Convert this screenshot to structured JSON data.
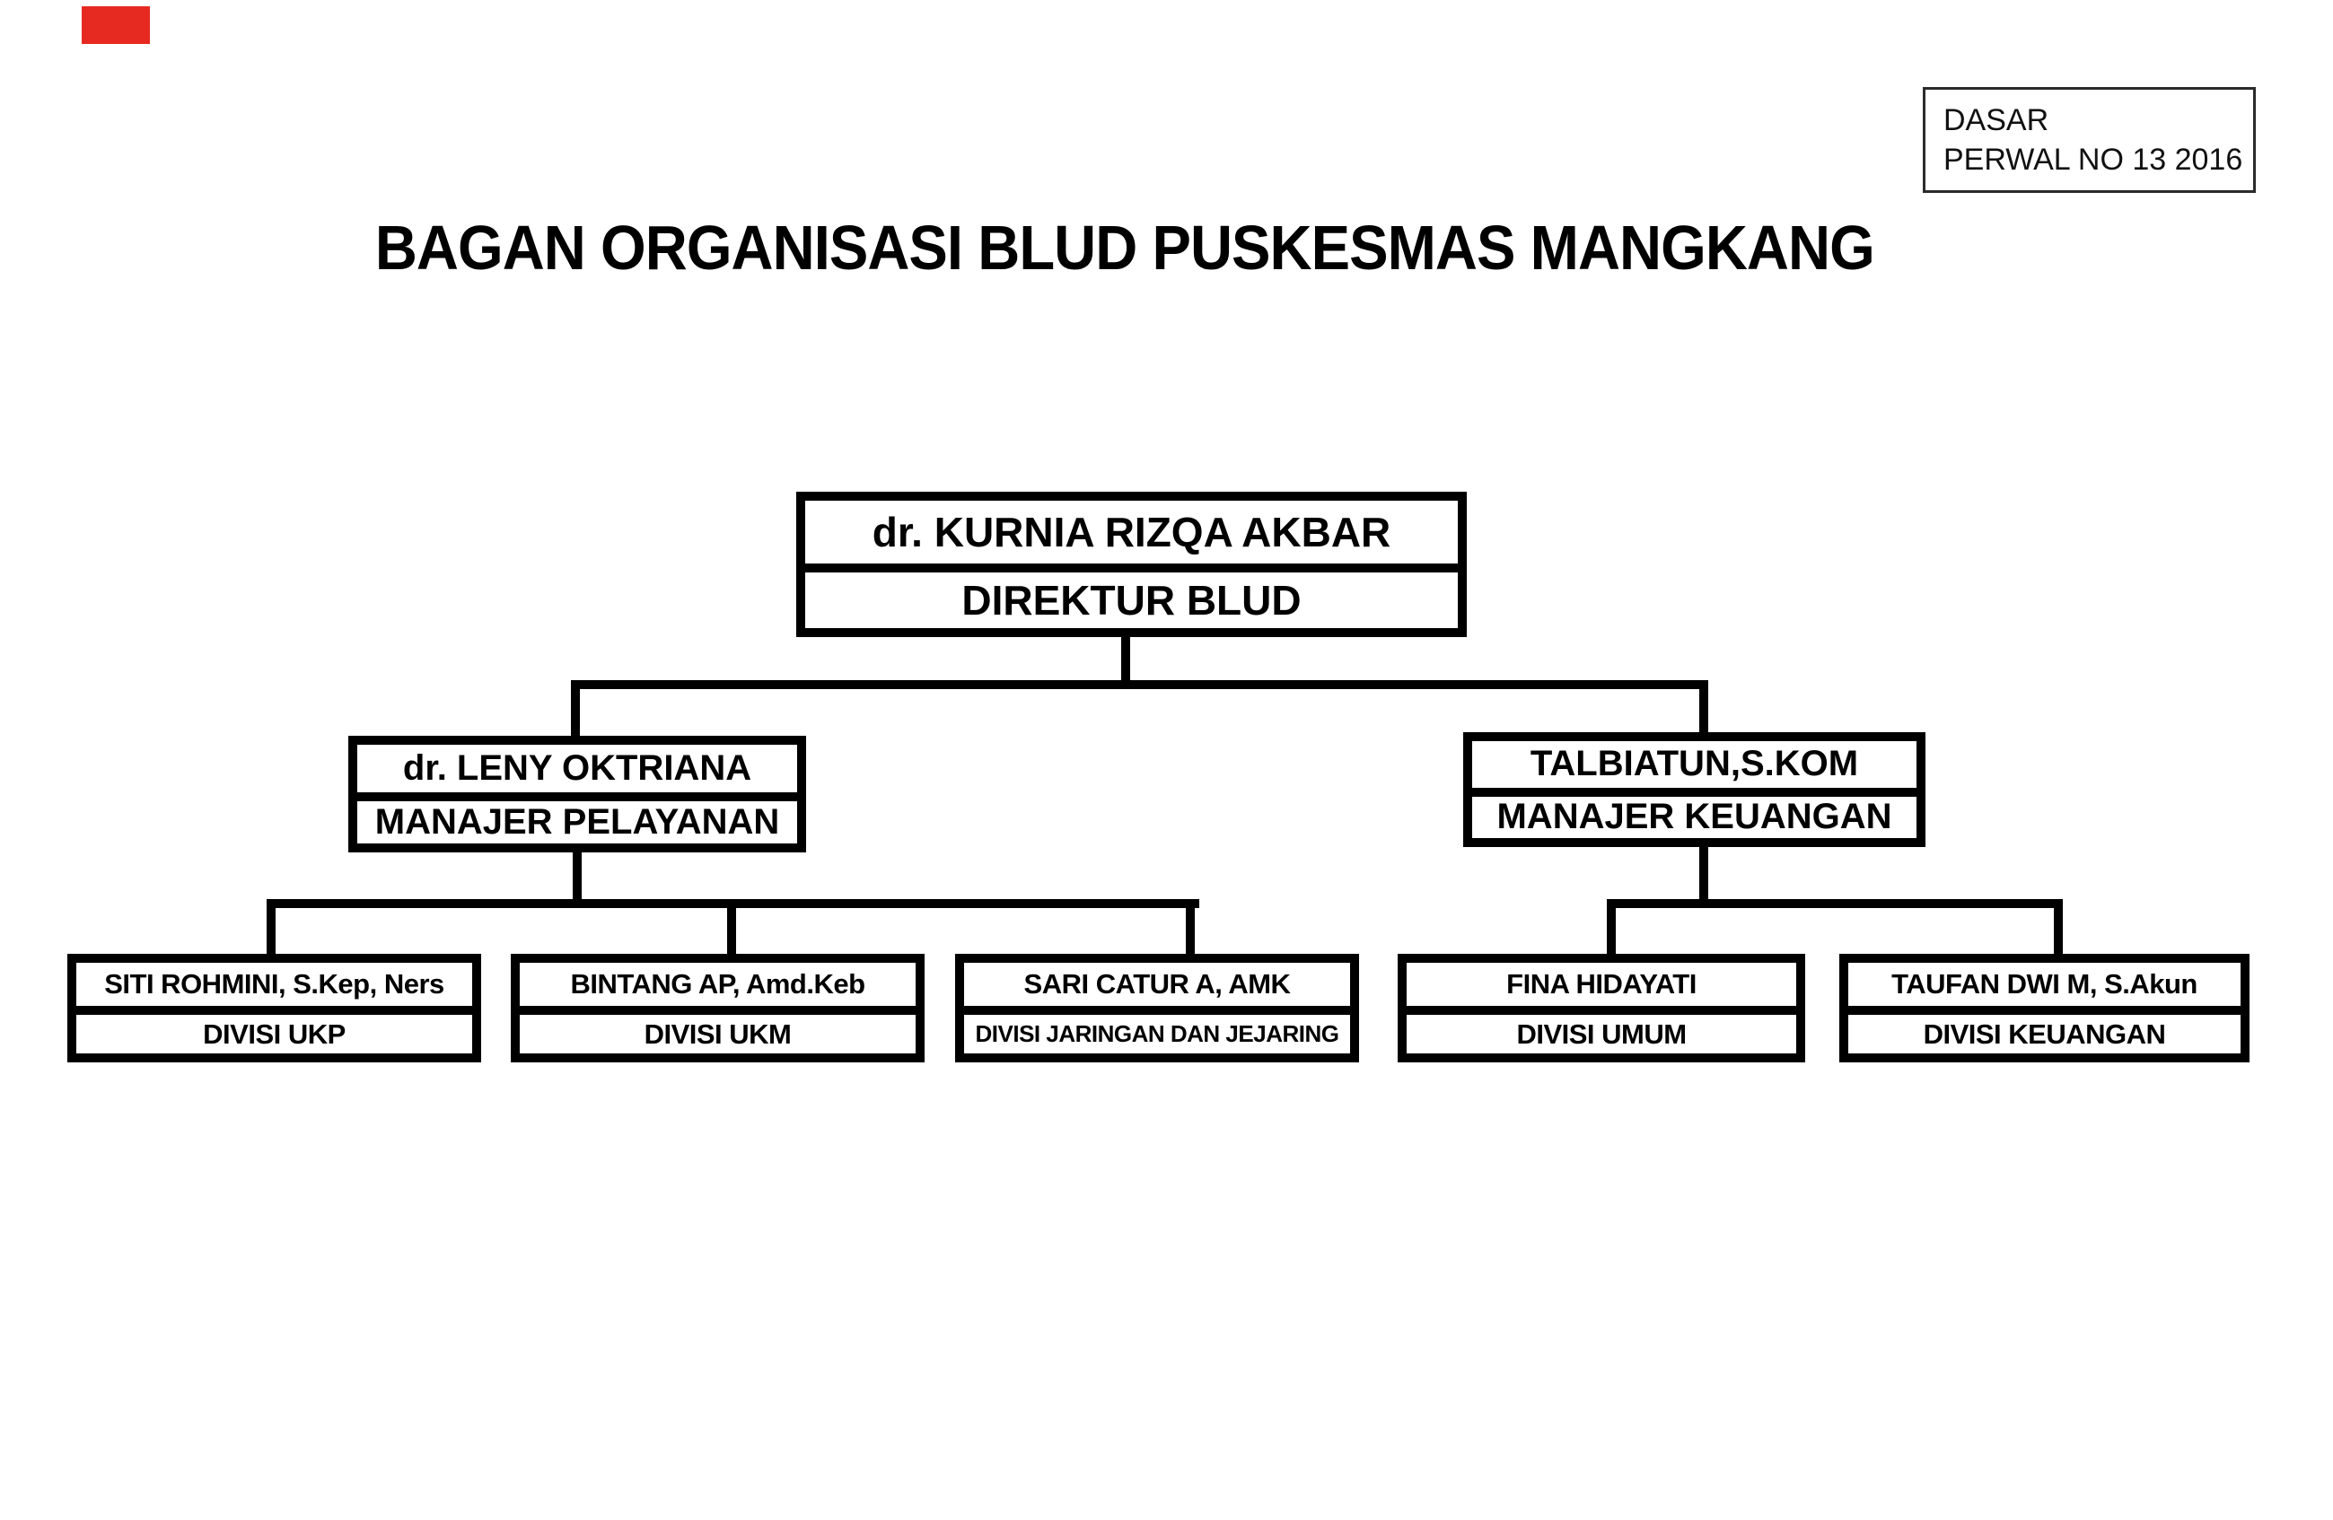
{
  "page": {
    "title": "BAGAN ORGANISASI BLUD PUSKESMAS MANGKANG"
  },
  "legal_basis_note": {
    "line1": "DASAR",
    "line2": "PERWAL NO 13 2016"
  },
  "org_chart": {
    "direktur": {
      "name": "dr. KURNIA RIZQA AKBAR",
      "role": "DIREKTUR BLUD"
    },
    "manajer_pelayanan": {
      "name": "dr. LENY OKTRIANA",
      "role": "MANAJER PELAYANAN"
    },
    "manajer_keuangan": {
      "name": "TALBIATUN,S.KOM",
      "role": "MANAJER KEUANGAN"
    },
    "divisi_ukp": {
      "name": "SITI ROHMINI, S.Kep, Ners",
      "role": "DIVISI UKP"
    },
    "divisi_ukm": {
      "name": "BINTANG AP, Amd.Keb",
      "role": "DIVISI UKM"
    },
    "divisi_jaringan": {
      "name": "SARI CATUR A, AMK",
      "role": "DIVISI JARINGAN DAN JEJARING"
    },
    "divisi_umum": {
      "name": "FINA HIDAYATI",
      "role": "DIVISI UMUM"
    },
    "divisi_keuangan": {
      "name": "TAUFAN DWI M, S.Akun",
      "role": "DIVISI KEUANGAN"
    }
  },
  "hierarchy": {
    "direktur": [
      "manajer_pelayanan",
      "manajer_keuangan"
    ],
    "manajer_pelayanan": [
      "divisi_ukp",
      "divisi_ukm",
      "divisi_jaringan"
    ],
    "manajer_keuangan": [
      "divisi_umum",
      "divisi_keuangan"
    ]
  },
  "colors": {
    "background": "#ffffff",
    "line": "#000000",
    "text": "#000000",
    "red_mark": "#e62a22",
    "note_border": "#2b2b2b"
  }
}
